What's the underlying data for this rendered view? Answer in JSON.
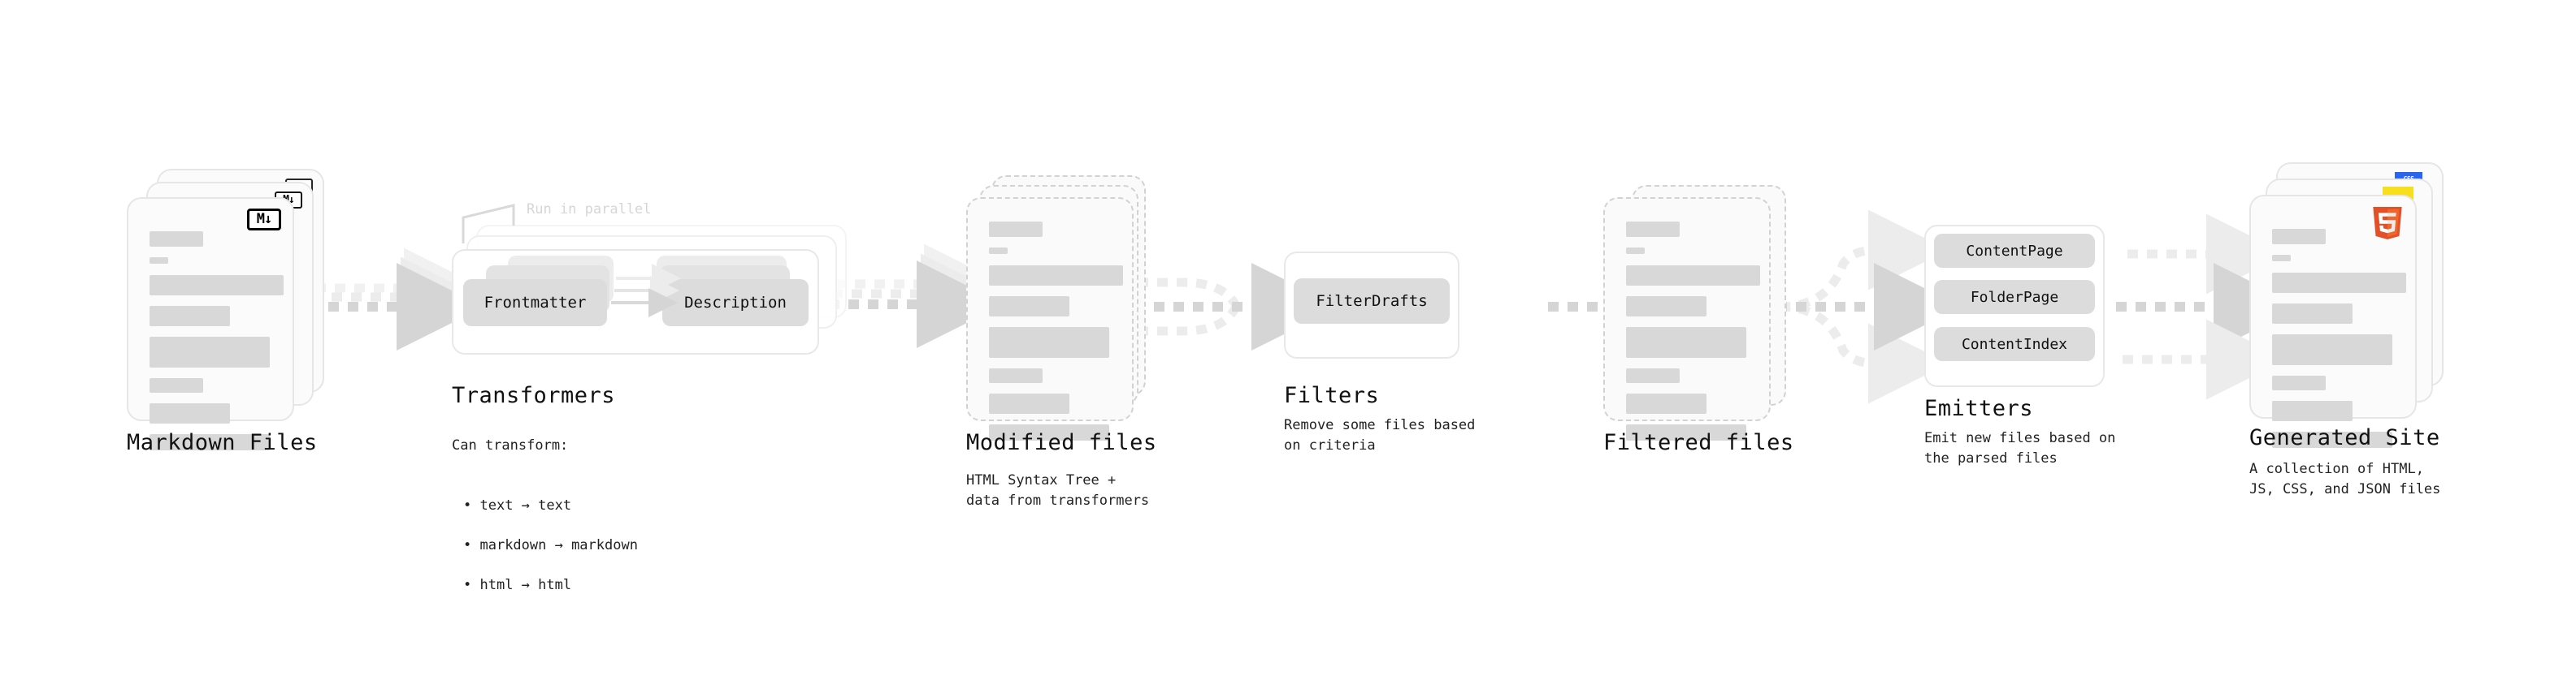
{
  "diagram": {
    "title_font": "monospace",
    "accent_colors": {
      "arrow": "#d5d5d5",
      "arrow_light": "#ececec",
      "doc_border": "#e6e6e6",
      "doc_fill": "#fbfbfb",
      "line_fill": "#d8d8d8",
      "pill_fill": "#dcdcdc",
      "html5_orange": "#e34f26",
      "html5_orange_light": "#ef652a",
      "js_yellow": "#f7df1e",
      "css_blue": "#2965f1",
      "muted_text": "#d6d6d6"
    },
    "stages": [
      {
        "id": "markdown-files",
        "title": "Markdown Files",
        "caption": "",
        "badge": "M↓",
        "badge_name": "markdown-logo-badge",
        "layers": 3,
        "border_style": "solid"
      },
      {
        "id": "transformers",
        "title": "Transformers",
        "caption": "Can transform:",
        "bullets": [
          "text → text",
          "markdown → markdown",
          "html → html"
        ],
        "annotation": "Run in parallel",
        "pills": [
          "Frontmatter",
          "Description"
        ],
        "layers": 3,
        "border_style": "solid"
      },
      {
        "id": "modified-files",
        "title": "Modified files",
        "caption": "HTML Syntax Tree +\ndata from transformers",
        "layers": 3,
        "border_style": "dashed"
      },
      {
        "id": "filters",
        "title": "Filters",
        "caption": "Remove some files based\non criteria",
        "pills": [
          "FilterDrafts"
        ],
        "layers": 1,
        "border_style": "solid"
      },
      {
        "id": "filtered-files",
        "title": "Filtered files",
        "caption": "",
        "layers": 2,
        "border_style": "dashed"
      },
      {
        "id": "emitters",
        "title": "Emitters",
        "caption": "Emit new files based on\nthe parsed files",
        "pills": [
          "ContentPage",
          "FolderPage",
          "ContentIndex"
        ],
        "layers": 1,
        "border_style": "solid"
      },
      {
        "id": "generated-site",
        "title": "Generated Site",
        "caption": "A collection of HTML,\nJS, CSS, and JSON files",
        "badges": [
          "CSS",
          "JS",
          "HTML5"
        ],
        "layers": 3,
        "border_style": "solid"
      }
    ],
    "connectors": [
      {
        "from": "markdown-files",
        "to": "transformers",
        "style": "dotted-stacked-arrow",
        "branches": 3
      },
      {
        "from": "transformers",
        "to": "modified-files",
        "style": "dotted-stacked-arrow",
        "branches": 3
      },
      {
        "from": "modified-files",
        "to": "filters",
        "style": "dotted-merge-arrow",
        "branches": 3
      },
      {
        "from": "filters",
        "to": "filtered-files",
        "style": "dotted-arrow",
        "branches": 1
      },
      {
        "from": "filtered-files",
        "to": "emitters",
        "style": "dotted-fanout-arrow",
        "branches": 3
      },
      {
        "from": "emitters",
        "to": "generated-site",
        "style": "dotted-parallel-arrows",
        "branches": 3
      }
    ]
  }
}
